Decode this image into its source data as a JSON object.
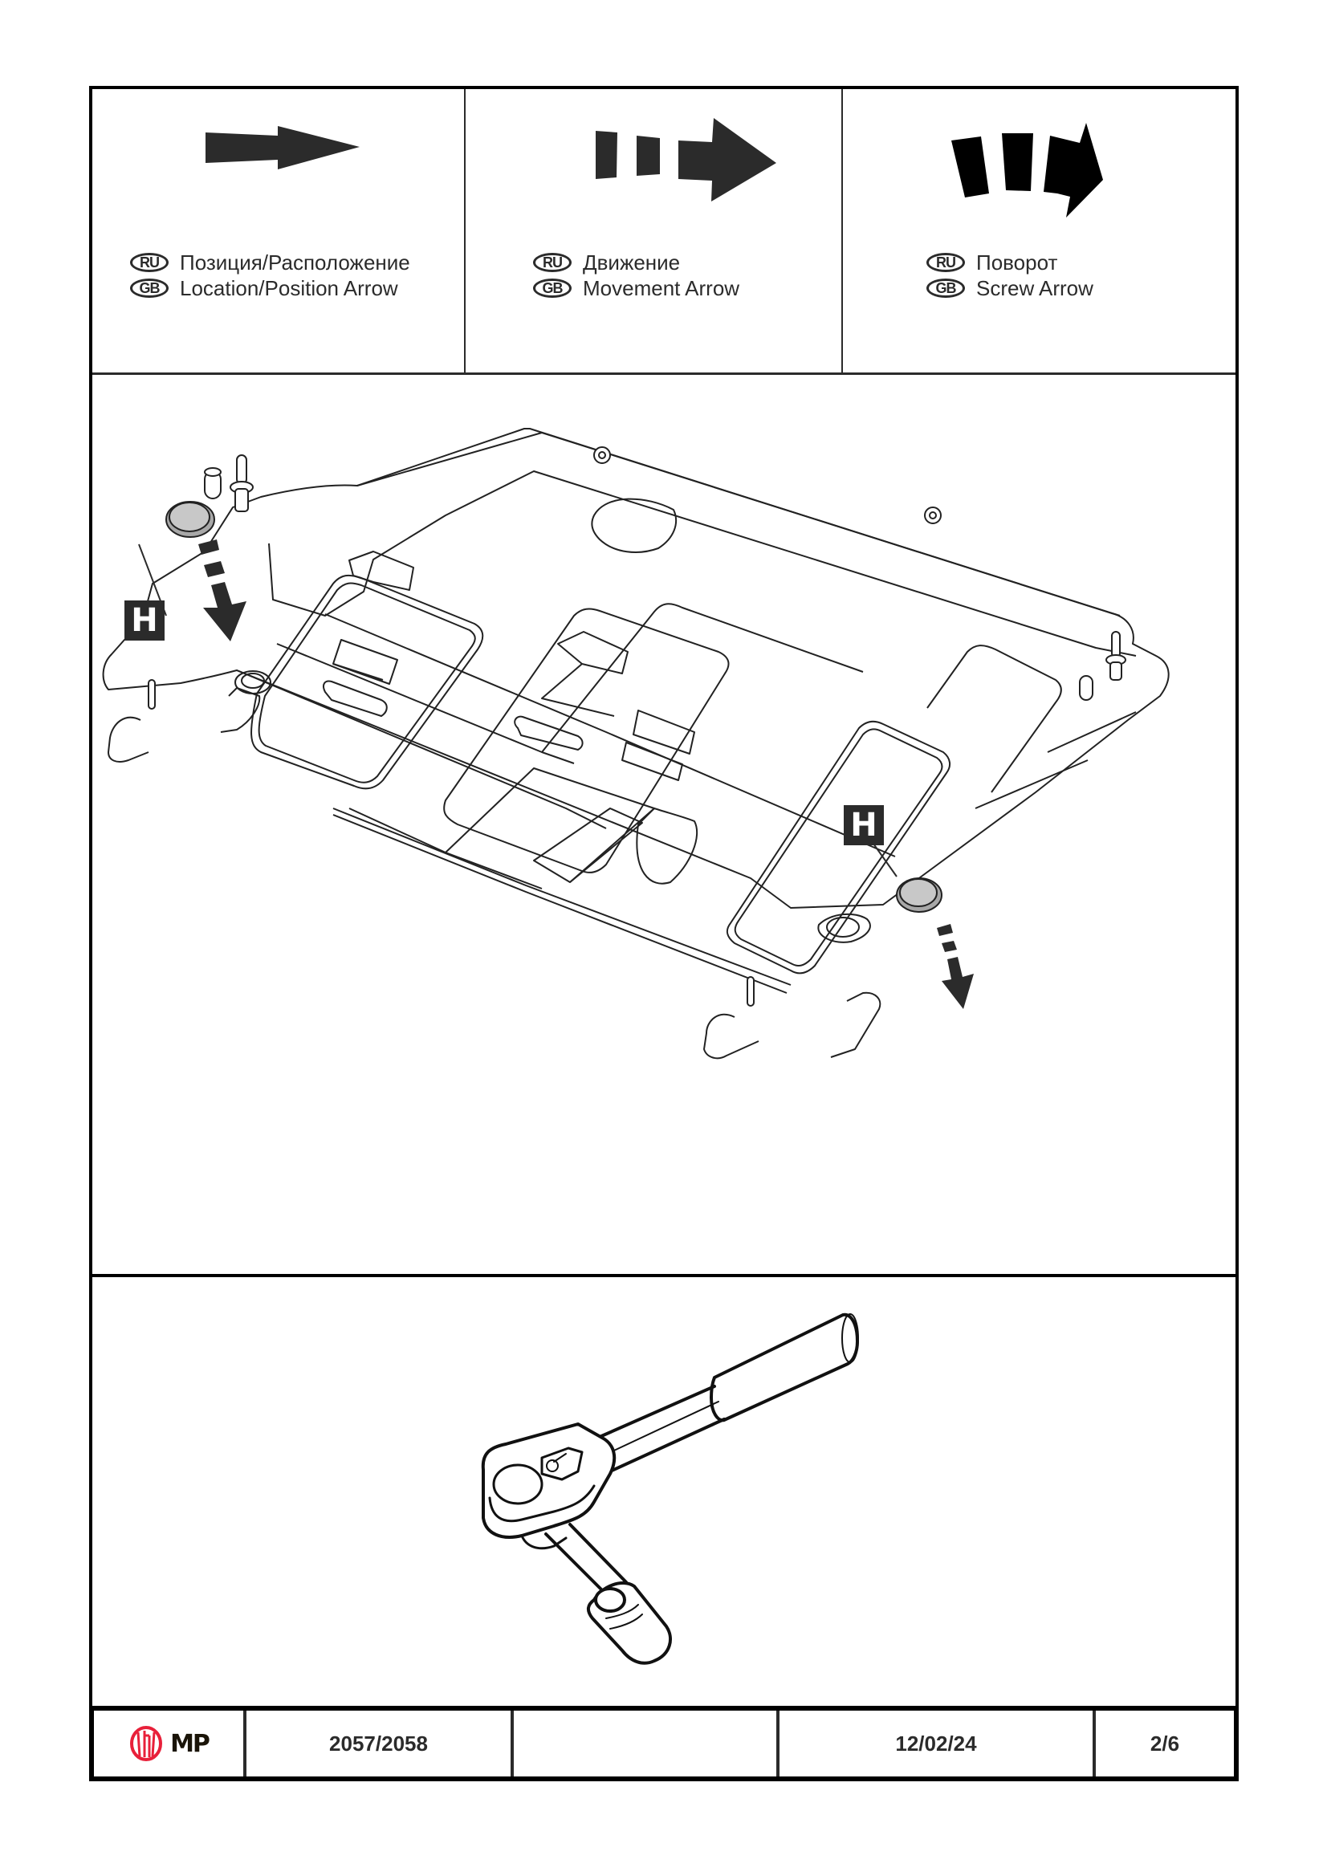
{
  "legend": [
    {
      "icon": "location-arrow-icon",
      "ru_badge": "RU",
      "gb_badge": "GB",
      "ru_label": "Позиция/Расположение",
      "gb_label": "Location/Position Arrow"
    },
    {
      "icon": "movement-arrow-icon",
      "ru_badge": "RU",
      "gb_badge": "GB",
      "ru_label": "Движение",
      "gb_label": "Movement Arrow"
    },
    {
      "icon": "screw-arrow-icon",
      "ru_badge": "RU",
      "gb_badge": "GB",
      "ru_label": "Поворот",
      "gb_label": "Screw Arrow"
    }
  ],
  "diagram": {
    "callouts": [
      {
        "label": "H"
      },
      {
        "label": "H"
      }
    ],
    "plug_color": "#c8c8c8",
    "arrow_color": "#2b2b2b"
  },
  "tool": {
    "icon": "ratchet-wrench-icon"
  },
  "footer": {
    "logo_text": "MP",
    "logo_color": "#e8203a",
    "part_number": "2057/2058",
    "blank": "",
    "date": "12/02/24",
    "page": "2/6"
  }
}
